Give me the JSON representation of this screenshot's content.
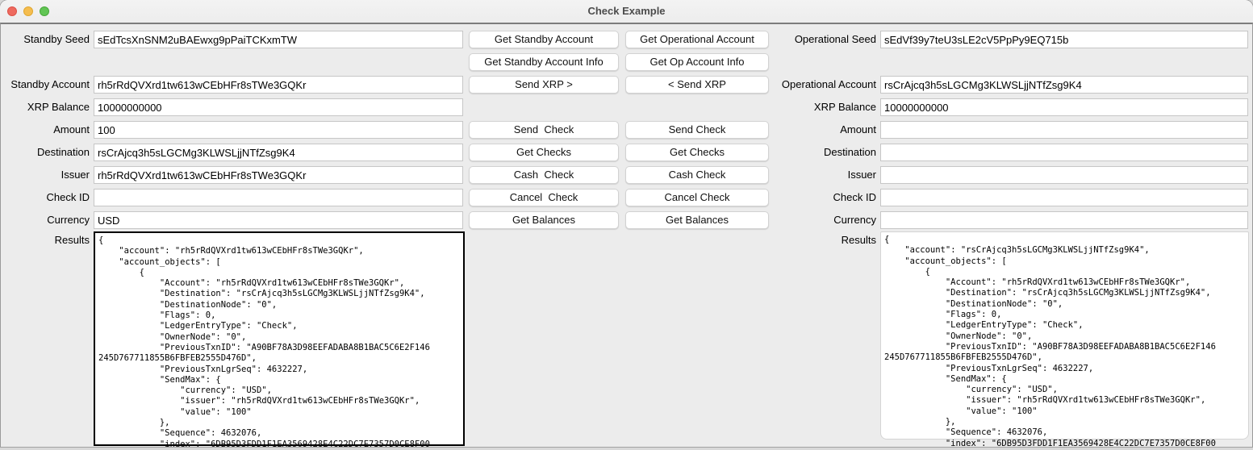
{
  "window": {
    "title": "Check Example"
  },
  "colors": {
    "background": "#ececec",
    "traffic_red": "#ee6a5f",
    "traffic_yellow": "#f5bd4f",
    "traffic_green": "#61c554",
    "focus_border": "#000000"
  },
  "left": {
    "fields": [
      {
        "label": "Standby Seed",
        "value": "sEdTcsXnSNM2uBAEwxg9pPaiTCKxmTW"
      },
      {
        "label": "Standby Account",
        "value": "rh5rRdQVXrd1tw613wCEbHFr8sTWe3GQKr"
      },
      {
        "label": "XRP Balance",
        "value": "10000000000"
      },
      {
        "label": "Amount",
        "value": "100"
      },
      {
        "label": "Destination",
        "value": "rsCrAjcq3h5sLGCMg3KLWSLjjNTfZsg9K4"
      },
      {
        "label": "Issuer",
        "value": "rh5rRdQVXrd1tw613wCEbHFr8sTWe3GQKr"
      },
      {
        "label": "Check ID",
        "value": ""
      },
      {
        "label": "Currency",
        "value": "USD"
      }
    ],
    "results_label": "Results",
    "results": "{\n    \"account\": \"rh5rRdQVXrd1tw613wCEbHFr8sTWe3GQKr\",\n    \"account_objects\": [\n        {\n            \"Account\": \"rh5rRdQVXrd1tw613wCEbHFr8sTWe3GQKr\",\n            \"Destination\": \"rsCrAjcq3h5sLGCMg3KLWSLjjNTfZsg9K4\",\n            \"DestinationNode\": \"0\",\n            \"Flags\": 0,\n            \"LedgerEntryType\": \"Check\",\n            \"OwnerNode\": \"0\",\n            \"PreviousTxnID\": \"A90BF78A3D98EEFADABA8B1BAC5C6E2F146\n245D767711855B6FBFEB2555D476D\",\n            \"PreviousTxnLgrSeq\": 4632227,\n            \"SendMax\": {\n                \"currency\": \"USD\",\n                \"issuer\": \"rh5rRdQVXrd1tw613wCEbHFr8sTWe3GQKr\",\n                \"value\": \"100\"\n            },\n            \"Sequence\": 4632076,\n            \"index\": \"6DB95D3FDD1F1EA3569428E4C22DC7E7357D0CE8F00"
  },
  "right": {
    "fields": [
      {
        "label": "Operational Seed",
        "value": "sEdVf39y7teU3sLE2cV5PpPy9EQ715b"
      },
      {
        "label": "Operational Account",
        "value": "rsCrAjcq3h5sLGCMg3KLWSLjjNTfZsg9K4"
      },
      {
        "label": "XRP Balance",
        "value": "10000000000"
      },
      {
        "label": "Amount",
        "value": ""
      },
      {
        "label": "Destination",
        "value": ""
      },
      {
        "label": "Issuer",
        "value": ""
      },
      {
        "label": "Check ID",
        "value": ""
      },
      {
        "label": "Currency",
        "value": ""
      }
    ],
    "results_label": "Results",
    "results": "{\n    \"account\": \"rsCrAjcq3h5sLGCMg3KLWSLjjNTfZsg9K4\",\n    \"account_objects\": [\n        {\n            \"Account\": \"rh5rRdQVXrd1tw613wCEbHFr8sTWe3GQKr\",\n            \"Destination\": \"rsCrAjcq3h5sLGCMg3KLWSLjjNTfZsg9K4\",\n            \"DestinationNode\": \"0\",\n            \"Flags\": 0,\n            \"LedgerEntryType\": \"Check\",\n            \"OwnerNode\": \"0\",\n            \"PreviousTxnID\": \"A90BF78A3D98EEFADABA8B1BAC5C6E2F146\n245D767711855B6FBFEB2555D476D\",\n            \"PreviousTxnLgrSeq\": 4632227,\n            \"SendMax\": {\n                \"currency\": \"USD\",\n                \"issuer\": \"rh5rRdQVXrd1tw613wCEbHFr8sTWe3GQKr\",\n                \"value\": \"100\"\n            },\n            \"Sequence\": 4632076,\n            \"index\": \"6DB95D3FDD1F1EA3569428E4C22DC7E7357D0CE8F00"
  },
  "buttons": {
    "standby": [
      "Get Standby Account",
      "Get Standby Account Info",
      "Send XRP >",
      "Send  Check",
      "Get Checks",
      "Cash  Check",
      "Cancel  Check",
      "Get Balances"
    ],
    "operational": [
      "Get Operational Account",
      "Get Op Account Info",
      "< Send XRP",
      "Send Check",
      "Get Checks",
      "Cash Check",
      "Cancel Check",
      "Get Balances"
    ]
  }
}
